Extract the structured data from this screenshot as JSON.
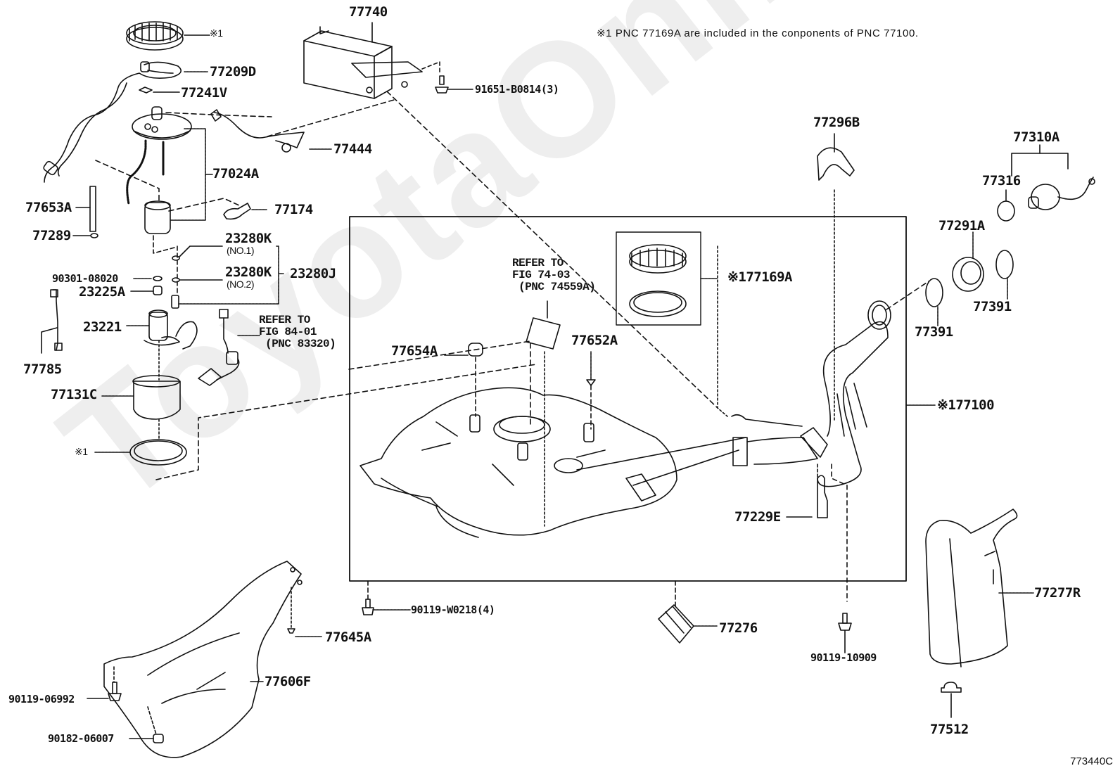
{
  "diagram": {
    "watermark": "ToyotaOnline.ru",
    "note": "※1 PNC 77169A are included in the conponents of PNC 77100.",
    "figure_code": "773440C",
    "labels": {
      "ring_top": "※1",
      "p77209D": "77209D",
      "p77241V": "77241V",
      "p77740": "77740",
      "p91651": "91651-B0814(3)",
      "p77444": "77444",
      "p77024A": "77024A",
      "p77653A": "77653A",
      "p77289": "77289",
      "p77174": "77174",
      "p23280K_1": "23280K",
      "p23280K_1_sub": "(NO.1)",
      "p23280K_2": "23280K",
      "p23280K_2_sub": "(NO.2)",
      "p23280J": "23280J",
      "p90301": "90301-08020",
      "p23225A": "23225A",
      "p23221": "23221",
      "p77785": "77785",
      "refer_84": "REFER TO\nFIG 84-01\n (PNC 83320)",
      "p77131C": "77131C",
      "ring_bottom": "※1",
      "refer_74": "REFER TO\nFIG 74-03\n (PNC 74559A)",
      "p77654A": "77654A",
      "p77652A": "77652A",
      "p77169A": "※177169A",
      "p77100": "※177100",
      "p77296B": "77296B",
      "p77310A": "77310A",
      "p77316": "77316",
      "p77291A": "77291A",
      "p77391_a": "77391",
      "p77391_b": "77391",
      "p77229E": "77229E",
      "p77277R": "77277R",
      "p90119W": "90119-W0218(4)",
      "p77276": "77276",
      "p90119_10909": "90119-10909",
      "p77512": "77512",
      "p77645A": "77645A",
      "p77606F": "77606F",
      "p90119_06992": "90119-06992",
      "p90182": "90182-06007"
    }
  }
}
